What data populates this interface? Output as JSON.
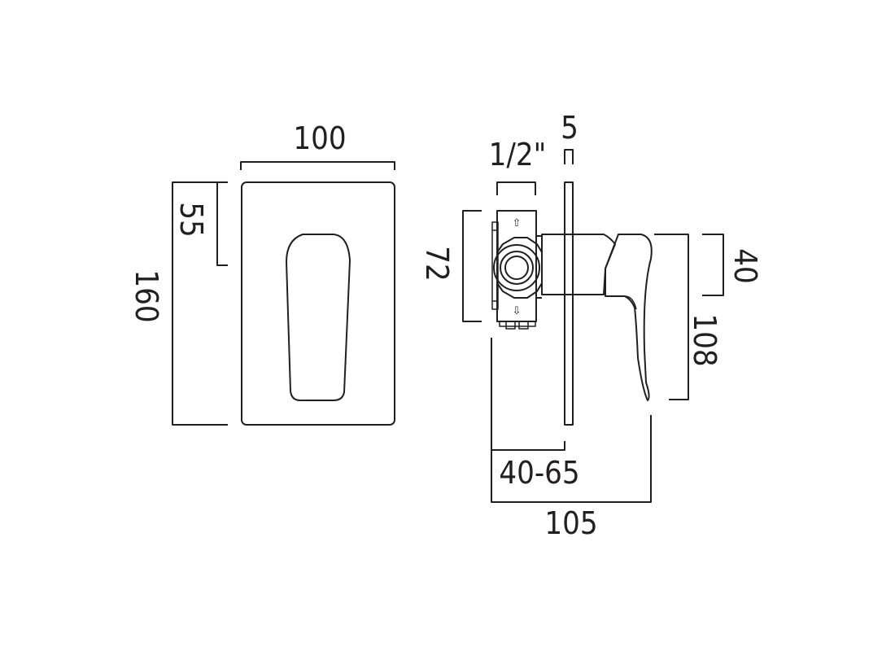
{
  "diagram": {
    "front_view": {
      "width_label": "100",
      "height_label": "160",
      "handle_offset_label": "55"
    },
    "side_view": {
      "pipe_size_label": "1/2\"",
      "body_height_label": "72",
      "plate_thickness_label": "5",
      "lever_width_label": "40",
      "lever_length_label": "108",
      "wall_depth_label": "40-65",
      "overall_depth_label": "105"
    },
    "flow_arrow_up": "⇧",
    "flow_arrow_down": "⇩",
    "colors": {
      "line": "#231f20",
      "background": "#ffffff"
    }
  }
}
